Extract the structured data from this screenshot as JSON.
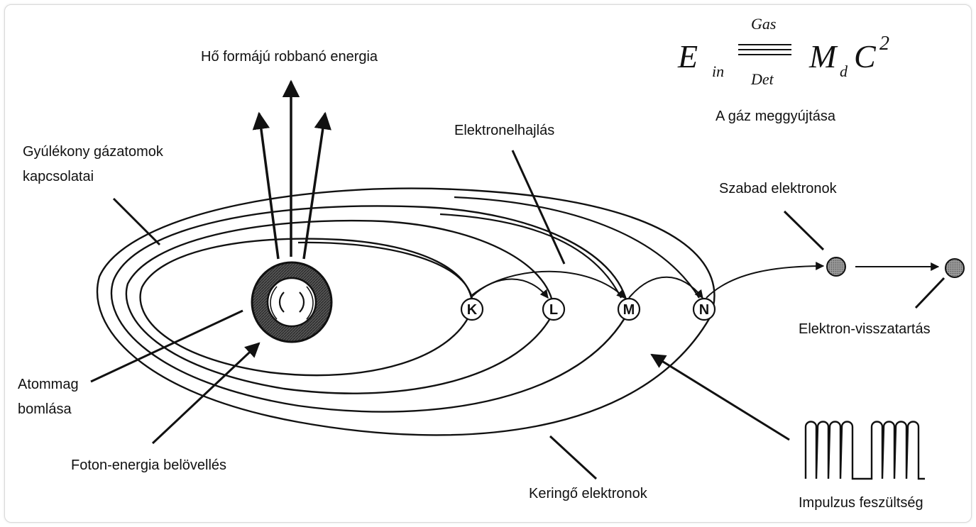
{
  "labels": {
    "heat_energy": "Hő formájú robbanó energia",
    "flammable_gas": "Gyúlékony gázatomok",
    "flammable_gas_2": "kapcsolatai",
    "deflection": "Elektronelhajlás",
    "ignition": "A gáz meggyújtása",
    "free_electrons": "Szabad elektronok",
    "retention": "Elektron-visszatartás",
    "nucleus_decay": "Atommag",
    "nucleus_decay_2": "bomlása",
    "photon_injection": "Foton-energia belövellés",
    "orbiting_electrons": "Keringő elektronok",
    "pulse_voltage": "Impulzus feszültség"
  },
  "shells": [
    "K",
    "L",
    "M",
    "N"
  ],
  "equation": {
    "E": "E",
    "sub_in": "in",
    "top": "Gas",
    "bottom": "Det",
    "M": "M",
    "sub_d": "d",
    "C": "C",
    "exp": "2"
  },
  "colors": {
    "ink": "#111111",
    "electron": "#8a8a8a",
    "nucleus": "#4a4a4a"
  }
}
